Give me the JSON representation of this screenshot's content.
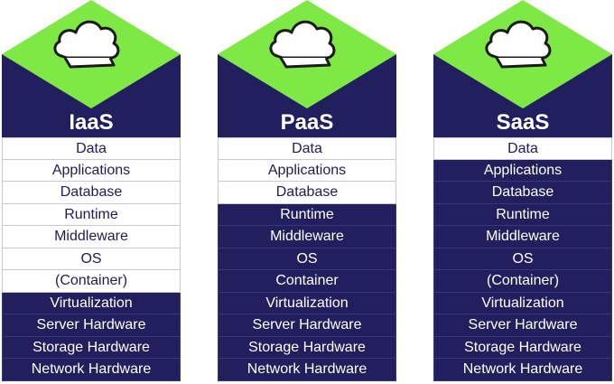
{
  "colors": {
    "navy": "#221f5e",
    "green": "#7ee844",
    "white": "#ffffff"
  },
  "columns": [
    {
      "title": "IaaS",
      "rows": [
        {
          "label": "Data",
          "managed": false
        },
        {
          "label": "Applications",
          "managed": false
        },
        {
          "label": "Database",
          "managed": false
        },
        {
          "label": "Runtime",
          "managed": false
        },
        {
          "label": "Middleware",
          "managed": false
        },
        {
          "label": "OS",
          "managed": false
        },
        {
          "label": "(Container)",
          "managed": false
        },
        {
          "label": "Virtualization",
          "managed": true
        },
        {
          "label": "Server Hardware",
          "managed": true
        },
        {
          "label": "Storage Hardware",
          "managed": true
        },
        {
          "label": "Network Hardware",
          "managed": true
        }
      ]
    },
    {
      "title": "PaaS",
      "rows": [
        {
          "label": "Data",
          "managed": false
        },
        {
          "label": "Applications",
          "managed": false
        },
        {
          "label": "Database",
          "managed": false
        },
        {
          "label": "Runtime",
          "managed": true
        },
        {
          "label": "Middleware",
          "managed": true
        },
        {
          "label": "OS",
          "managed": true
        },
        {
          "label": "Container",
          "managed": true
        },
        {
          "label": "Virtualization",
          "managed": true
        },
        {
          "label": "Server Hardware",
          "managed": true
        },
        {
          "label": "Storage Hardware",
          "managed": true
        },
        {
          "label": "Network Hardware",
          "managed": true
        }
      ]
    },
    {
      "title": "SaaS",
      "rows": [
        {
          "label": "Data",
          "managed": false
        },
        {
          "label": "Applications",
          "managed": true
        },
        {
          "label": "Database",
          "managed": true
        },
        {
          "label": "Runtime",
          "managed": true
        },
        {
          "label": "Middleware",
          "managed": true
        },
        {
          "label": "OS",
          "managed": true
        },
        {
          "label": "(Container)",
          "managed": true
        },
        {
          "label": "Virtualization",
          "managed": true
        },
        {
          "label": "Server Hardware",
          "managed": true
        },
        {
          "label": "Storage Hardware",
          "managed": true
        },
        {
          "label": "Network Hardware",
          "managed": true
        }
      ]
    }
  ]
}
